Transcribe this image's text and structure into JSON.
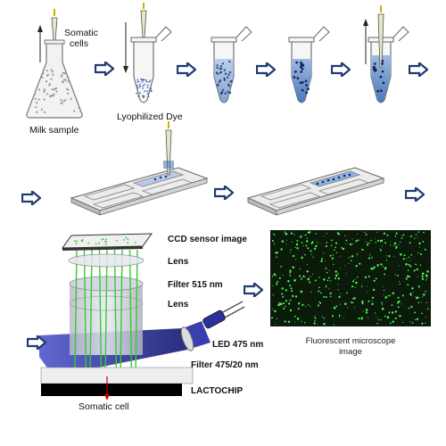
{
  "labels": {
    "somatic_cells": [
      "Somatic",
      "cells"
    ],
    "milk_sample": "Milk sample",
    "lyophilized_dye": "Lyophilized Dye",
    "ccd_sensor_image": "CCD sensor image",
    "lens_top": "Lens",
    "filter_515": "Filter 515 nm",
    "lens_bottom": "Lens",
    "led_475": "LED 475 nm",
    "filter_475": "Filter 475/20 nm",
    "lactochip": "LACTOCHIP",
    "somatic_cell": "Somatic cell",
    "fluorescent_image": [
      "Fluorescent microscope",
      "image"
    ]
  },
  "colors": {
    "arrow_fill": "#ffffff",
    "arrow_stroke": "#1f3b73",
    "liquid_blue": "#6f93c8",
    "led_beam": "#2b2f8f",
    "emission_green": "#33cc33",
    "micro_bg": "#0c1a0c",
    "micro_dot": "#4dff4d",
    "chip_black": "#000000",
    "cell_red": "#cc0000"
  },
  "icons": [
    "flow-arrow-icon",
    "pipette-icon",
    "flask-icon",
    "tube-icon",
    "chip-icon",
    "ccd-sensor-icon",
    "lens-icon",
    "filter-icon",
    "led-icon"
  ]
}
